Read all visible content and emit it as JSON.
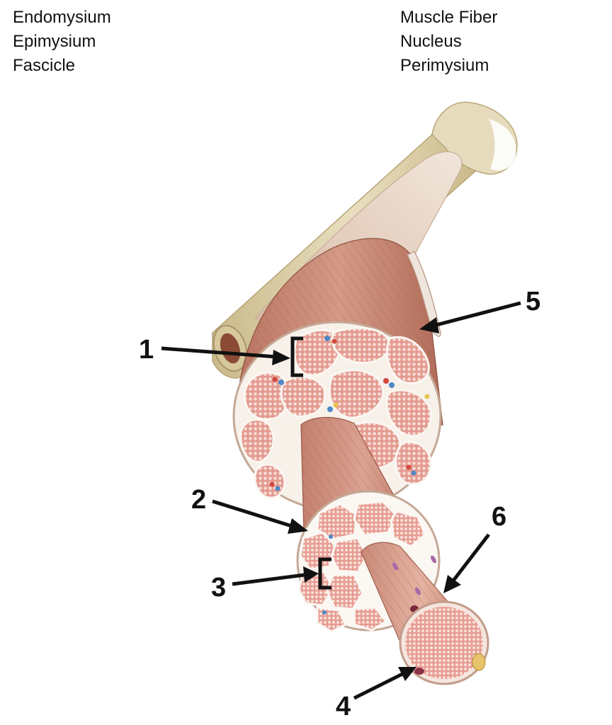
{
  "word_bank": {
    "left": [
      "Endomysium",
      "Epimysium",
      "Fascicle"
    ],
    "right": [
      "Muscle Fiber",
      "Nucleus",
      "Perimysium"
    ]
  },
  "labels": {
    "n1": "1",
    "n2": "2",
    "n3": "3",
    "n4": "4",
    "n5": "5",
    "n6": "6"
  },
  "colors": {
    "muscle": "#c98d79",
    "muscle_dark": "#a9634f",
    "fascicle_fill": "#e8a39a",
    "fiber_dot": "#f6dcd6",
    "connective": "#f7f1ea",
    "bone": "#ddd0a9",
    "tendon": "#ead9c8",
    "arrow": "#111111"
  }
}
